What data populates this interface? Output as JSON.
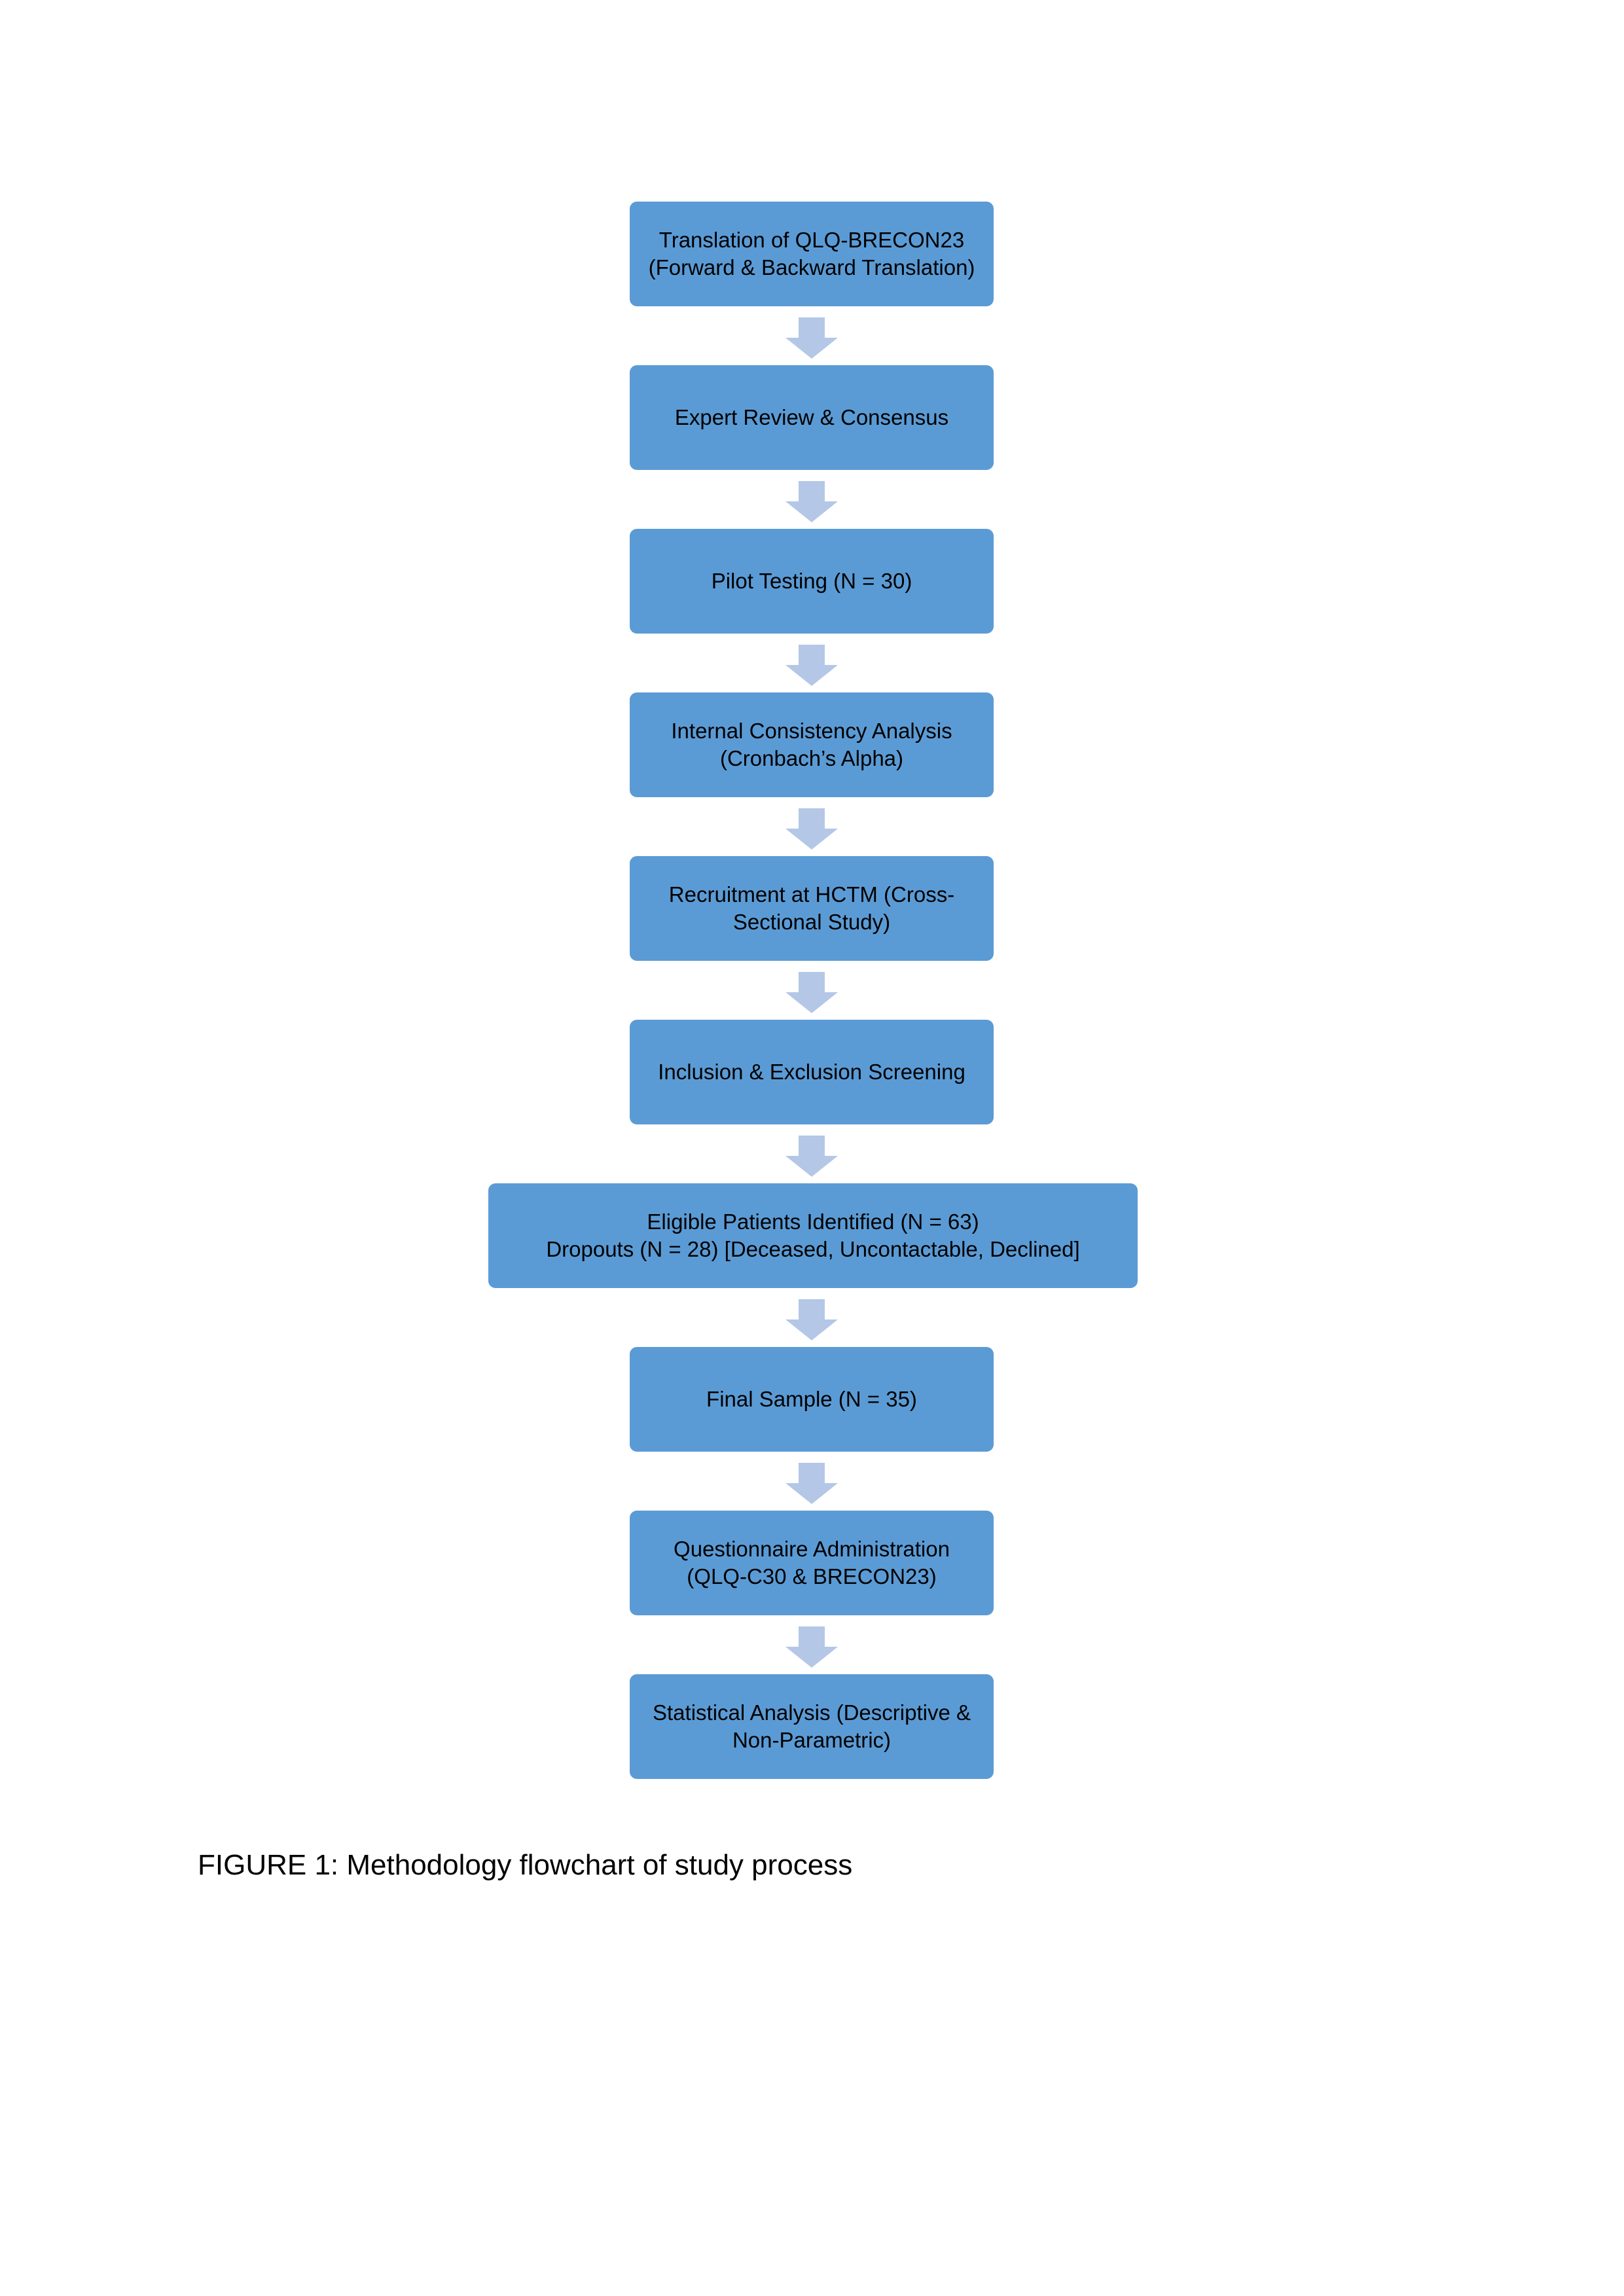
{
  "colors": {
    "box_fill": "#5b9bd5",
    "arrow_fill": "#b4c7e7",
    "text": "#000000",
    "background": "#ffffff"
  },
  "flowchart": {
    "steps": [
      {
        "lines": [
          "Translation of QLQ-BRECON23",
          "(Forward & Backward Translation)"
        ]
      },
      {
        "lines": [
          "Expert Review & Consensus"
        ]
      },
      {
        "lines": [
          "Pilot Testing (N = 30)"
        ]
      },
      {
        "lines": [
          "Internal Consistency Analysis",
          "(Cronbach’s Alpha)"
        ]
      },
      {
        "lines": [
          "Recruitment at HCTM (Cross-",
          "Sectional Study)"
        ]
      },
      {
        "lines": [
          "Inclusion & Exclusion Screening"
        ]
      },
      {
        "lines": [
          "Eligible Patients Identified (N = 63)",
          "Dropouts (N = 28) [Deceased, Uncontactable, Declined]"
        ]
      },
      {
        "lines": [
          "Final Sample (N = 35)"
        ]
      },
      {
        "lines": [
          "Questionnaire Administration",
          "(QLQ-C30 & BRECON23)"
        ]
      },
      {
        "lines": [
          "Statistical Analysis (Descriptive &",
          "Non-Parametric)"
        ]
      }
    ],
    "arrow_icon": "down-arrow-icon"
  },
  "caption": "FIGURE 1: Methodology flowchart of study process"
}
